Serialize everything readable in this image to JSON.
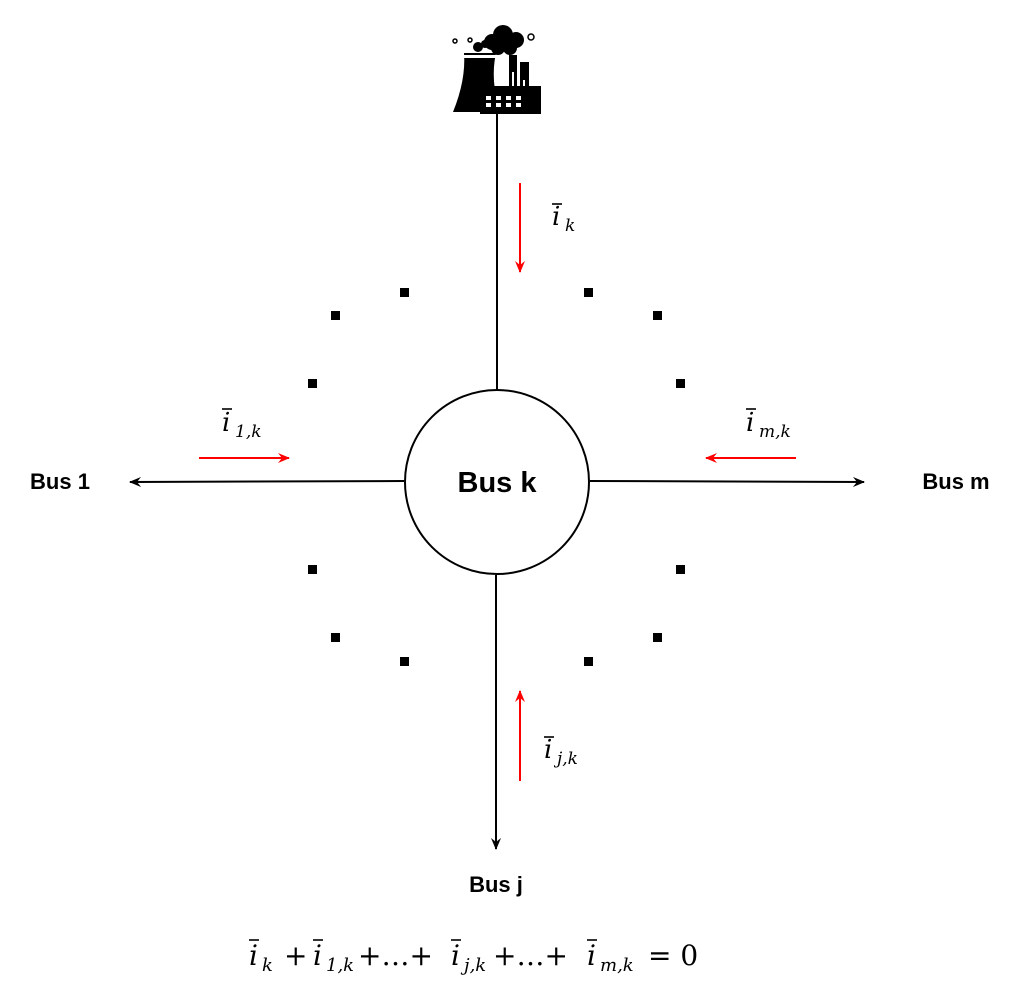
{
  "diagram": {
    "center_bus": "Bus k",
    "buses": {
      "left": "Bus 1",
      "right": "Bus m",
      "bottom": "Bus j"
    },
    "generator": {
      "icon": "power-plant-icon"
    },
    "currents": {
      "top": {
        "base": "i",
        "sub": "k"
      },
      "left": {
        "base": "i",
        "sub": "1,k"
      },
      "right": {
        "base": "i",
        "sub": "m,k"
      },
      "bottom": {
        "base": "i",
        "sub": "j,k"
      }
    },
    "equation": {
      "t1_base": "i",
      "t1_sub": "k",
      "op1": "+",
      "t2_base": "i",
      "t2_sub": "1,k",
      "op2": "+…+",
      "t3_base": "i",
      "t3_sub": "j,k",
      "op3": "+…+",
      "t4_base": "i",
      "t4_sub": "m,k",
      "eq": "= 0"
    },
    "colors": {
      "line": "#000000",
      "current_arrow": "#ff0000"
    }
  }
}
